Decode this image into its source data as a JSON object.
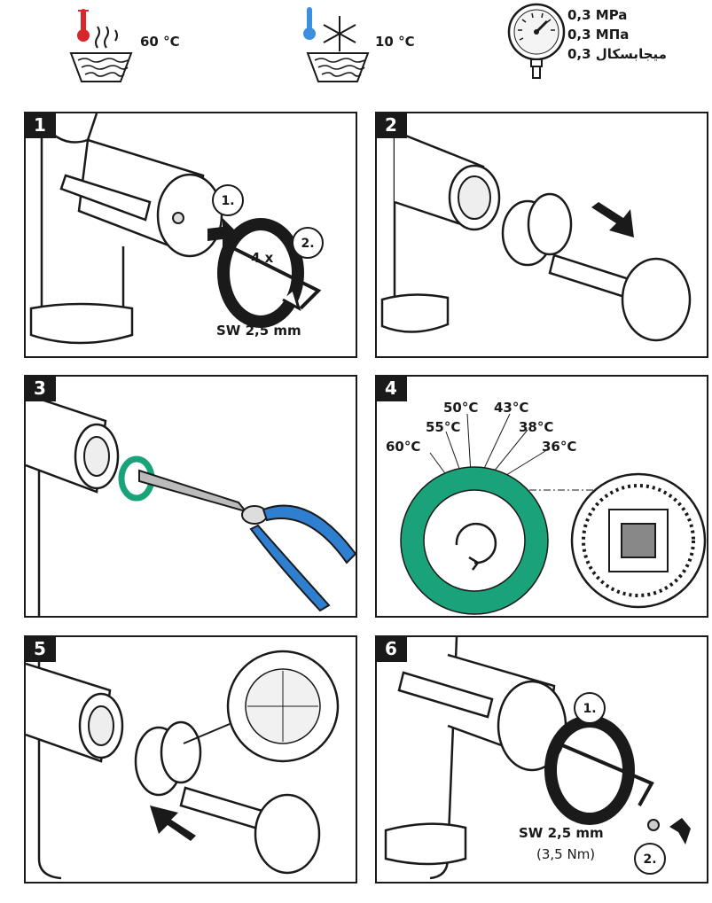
{
  "header": {
    "hot": {
      "icon": "hot-water-icon",
      "temp": "60 °C"
    },
    "cold": {
      "icon": "cold-water-icon",
      "temp": "10 °C"
    },
    "pressure": {
      "icon": "pressure-gauge-icon",
      "lines": [
        "0,3 MPa",
        "0,3 МПа",
        "0,3 ميجابسكال"
      ]
    }
  },
  "panels": [
    {
      "number": "1",
      "step1": "1.",
      "step2": "2.",
      "turns": "4 x",
      "tool": "SW 2,5 mm"
    },
    {
      "number": "2"
    },
    {
      "number": "3"
    },
    {
      "number": "4",
      "temps": [
        "50°C",
        "43°C",
        "55°C",
        "38°C",
        "60°C",
        "36°C"
      ]
    },
    {
      "number": "5"
    },
    {
      "number": "6",
      "step1": "1.",
      "step2": "2.",
      "tool": "SW 2,5 mm",
      "torque": "(3,5 Nm)"
    }
  ],
  "colors": {
    "accent_green": "#1aa37a",
    "pliers_blue": "#2f7fd0",
    "hot_red": "#d8262a",
    "cold_blue": "#3c8fe0"
  }
}
